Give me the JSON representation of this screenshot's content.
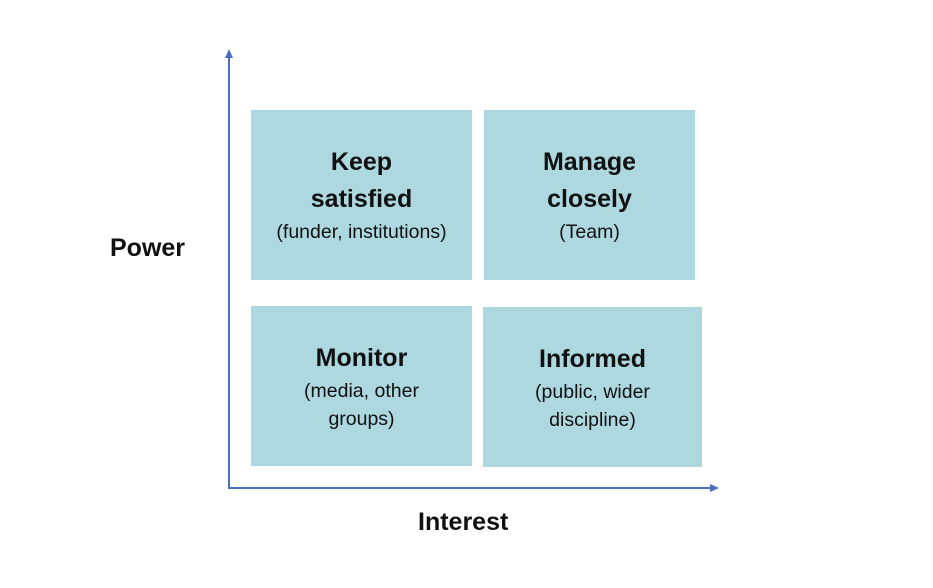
{
  "axes": {
    "y_label": "Power",
    "x_label": "Interest",
    "color": "#4a6fc2"
  },
  "quadrants": {
    "top_left": {
      "title": "Keep satisfied",
      "subtitle": "(funder, institutions)"
    },
    "top_right": {
      "title": "Manage closely",
      "subtitle": "(Team)"
    },
    "bottom_left": {
      "title": "Monitor",
      "subtitle": "(media, other groups)"
    },
    "bottom_right": {
      "title": "Informed",
      "subtitle": "(public, wider discipline)"
    }
  },
  "colors": {
    "quadrant_fill": "#add8e0",
    "text": "#111111",
    "background": "#ffffff"
  }
}
